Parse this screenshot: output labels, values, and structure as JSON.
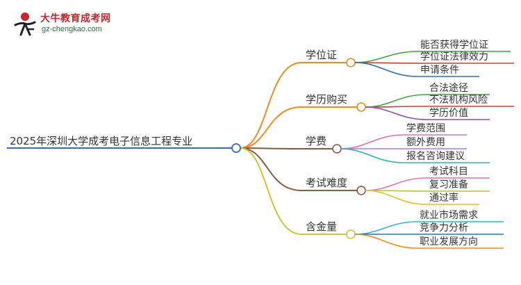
{
  "logo": {
    "title": "大牛教育成考网",
    "url": "gz-chengkao.com",
    "icon": "bull-character-icon",
    "colors": {
      "title": "#c9252c",
      "url": "#2a6f3a"
    }
  },
  "mindmap": {
    "root": {
      "label": "2025年深圳大学成考电子信息工程专业",
      "color": "#2f6fb3"
    },
    "branches": [
      {
        "label": "学位证",
        "color": "#f28a1c",
        "leaves": [
          {
            "label": "能否获得学位证",
            "color": "#3aa43a"
          },
          {
            "label": "学位证法律效力",
            "color": "#d8382a"
          },
          {
            "label": "申请条件",
            "color": "#2f6fb3"
          }
        ]
      },
      {
        "label": "学历购买",
        "color": "#f28a1c",
        "leaves": [
          {
            "label": "合法途径",
            "color": "#3aa43a"
          },
          {
            "label": "不法机构风险",
            "color": "#d8382a"
          },
          {
            "label": "学历价值",
            "color": "#8e4bb5"
          }
        ]
      },
      {
        "label": "学费",
        "color": "#8a5a44",
        "leaves": [
          {
            "label": "学费范围",
            "color": "#e76fb0"
          },
          {
            "label": "额外费用",
            "color": "#b37ad6"
          },
          {
            "label": "报名咨询建议",
            "color": "#27b7b0"
          }
        ]
      },
      {
        "label": "考试难度",
        "color": "#8a5a44",
        "leaves": [
          {
            "label": "考试科目",
            "color": "#e76fb0"
          },
          {
            "label": "复习准备",
            "color": "#b8c236"
          },
          {
            "label": "通过率",
            "color": "#e4c11e"
          }
        ]
      },
      {
        "label": "含金量",
        "color": "#c7c833",
        "leaves": [
          {
            "label": "就业市场需求",
            "color": "#27b7c8"
          },
          {
            "label": "竞争力分析",
            "color": "#2f6fb3"
          },
          {
            "label": "职业发展方向",
            "color": "#f28a1c"
          }
        ]
      }
    ]
  }
}
